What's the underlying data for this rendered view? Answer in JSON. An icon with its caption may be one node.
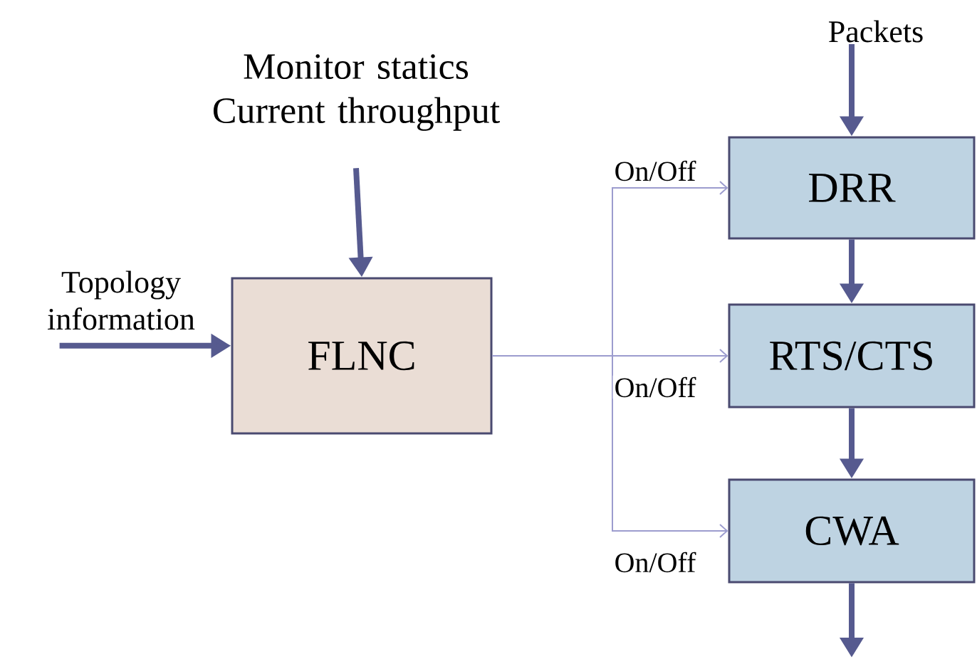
{
  "diagram": {
    "nodes": [
      {
        "text": [
          "Monitor statics Current throughput"
        ]
      },
      {
        "text": [
          "Topology information"
        ]
      },
      {
        "text": [
          "Packets"
        ]
      },
      {
        "text": [
          "FLNC"
        ]
      },
      {
        "text": [
          "DRR"
        ]
      },
      {
        "text": [
          "RTS/CTS"
        ]
      },
      {
        "text": [
          "CWA"
        ]
      }
    ],
    "edges": [
      {
        "from": 0,
        "to": 3,
        "arrow": "to"
      },
      {
        "from": 1,
        "to": 3,
        "arrow": "to"
      },
      {
        "from": 2,
        "to": 4,
        "arrow": "to"
      },
      {
        "from": 3,
        "to": 4,
        "arrow": "to",
        "label": "On/Off",
        "color": "#9c9cce"
      },
      {
        "from": 3,
        "to": 5,
        "arrow": "to",
        "label": "On/Off",
        "color": "#9c9cce"
      },
      {
        "from": 3,
        "to": 6,
        "arrow": "to",
        "label": "On/Off",
        "color": "#9c9cce"
      },
      {
        "from": 4,
        "to": 5,
        "arrow": "to"
      },
      {
        "from": 5,
        "to": 6,
        "arrow": "to"
      },
      {
        "from": 6,
        "to": null,
        "arrow": "to"
      }
    ]
  }
}
